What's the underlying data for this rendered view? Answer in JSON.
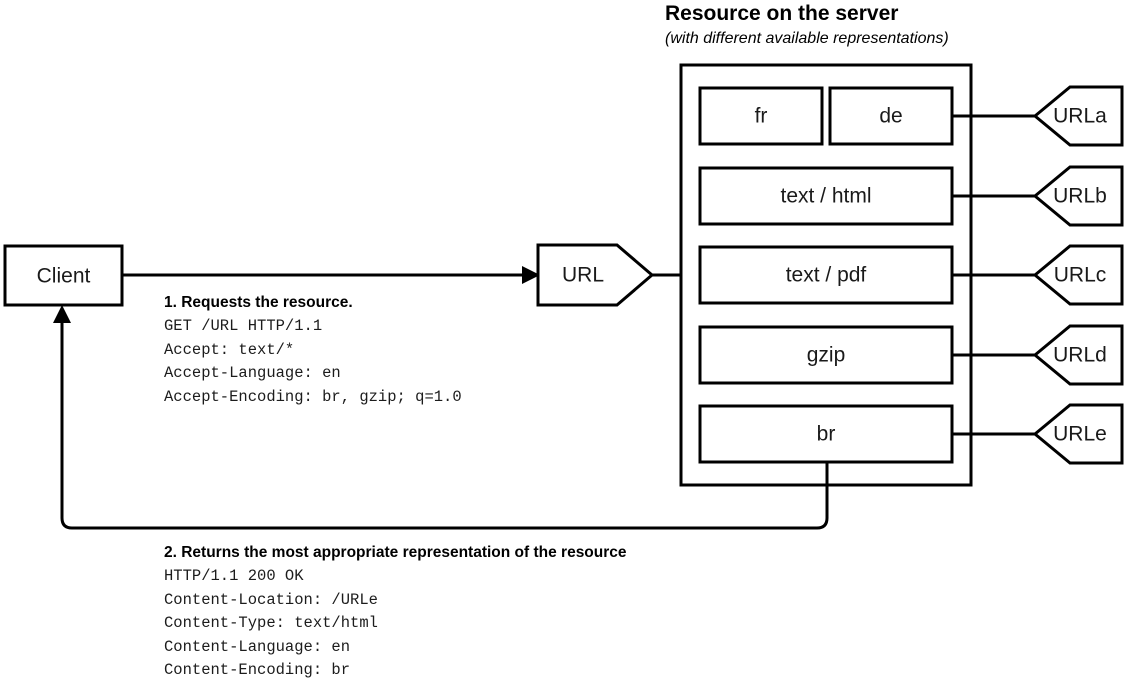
{
  "server": {
    "title": "Resource on the server",
    "subtitle": "(with different available representations)",
    "representations": [
      {
        "label": "fr",
        "variant": "language"
      },
      {
        "label": "de",
        "variant": "language"
      },
      {
        "label": "text / html",
        "variant": "media-type"
      },
      {
        "label": "text / pdf",
        "variant": "media-type"
      },
      {
        "label": "gzip",
        "variant": "encoding"
      },
      {
        "label": "br",
        "variant": "encoding"
      }
    ]
  },
  "urls": {
    "request_url_label": "URL",
    "resource_urls": [
      {
        "label": "URLa"
      },
      {
        "label": "URLb"
      },
      {
        "label": "URLc"
      },
      {
        "label": "URLd"
      },
      {
        "label": "URLe"
      }
    ]
  },
  "client": {
    "label": "Client"
  },
  "request": {
    "step_title": "1. Requests the resource.",
    "headers": "GET /URL HTTP/1.1\nAccept: text/*\nAccept-Language: en\nAccept-Encoding: br, gzip; q=1.0"
  },
  "response": {
    "step_title": "2. Returns the most appropriate representation of the resource",
    "headers": "HTTP/1.1 200 OK\nContent-Location: /URLe\nContent-Type: text/html\nContent-Language: en\nContent-Encoding: br"
  },
  "colors": {
    "stroke": "#000000",
    "fill": "#ffffff",
    "text": "#1a1a1a"
  }
}
